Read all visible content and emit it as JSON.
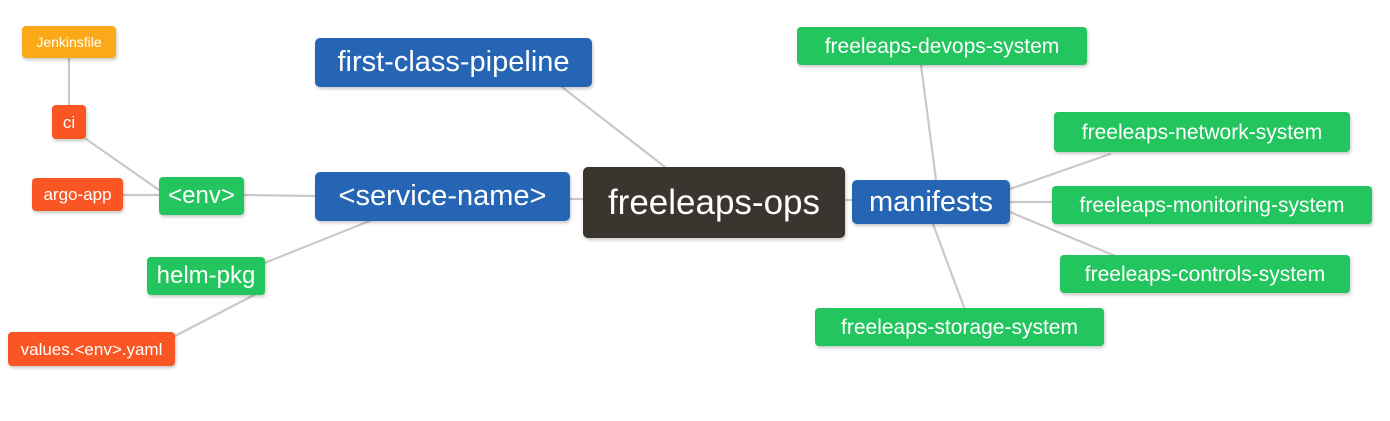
{
  "diagram": {
    "title": "freeleaps-ops repository mindmap",
    "type": "mindmap",
    "background": "#ffffff",
    "edge_color": "#c9c9c9",
    "palette": {
      "root": "#3a352f",
      "blue": "#2565b4",
      "green": "#22c55e",
      "orange": "#fba919",
      "red": "#fa5623",
      "text": "#ffffff"
    }
  },
  "nodes": {
    "root": {
      "label": "freeleaps-ops",
      "color": "#3a352f"
    },
    "service_name": {
      "label": "<service-name>",
      "color": "#2565b4"
    },
    "first_class_pipeline": {
      "label": "first-class-pipeline",
      "color": "#2565b4"
    },
    "manifests": {
      "label": "manifests",
      "color": "#2565b4"
    },
    "env": {
      "label": "<env>",
      "color": "#22c55e"
    },
    "helm_pkg": {
      "label": "helm-pkg",
      "color": "#22c55e"
    },
    "jenkinsfile": {
      "label": "Jenkinsfile",
      "color": "#fba919"
    },
    "ci": {
      "label": "ci",
      "color": "#fa5623"
    },
    "argo_app": {
      "label": "argo-app",
      "color": "#fa5623"
    },
    "values_yaml": {
      "label": "values.<env>.yaml",
      "color": "#fa5623"
    },
    "devops_system": {
      "label": "freeleaps-devops-system",
      "color": "#22c55e"
    },
    "network_system": {
      "label": "freeleaps-network-system",
      "color": "#22c55e"
    },
    "monitoring_system": {
      "label": "freeleaps-monitoring-system",
      "color": "#22c55e"
    },
    "controls_system": {
      "label": "freeleaps-controls-system",
      "color": "#22c55e"
    },
    "storage_system": {
      "label": "freeleaps-storage-system",
      "color": "#22c55e"
    }
  },
  "edges": [
    {
      "from": "jenkinsfile",
      "to": "ci"
    },
    {
      "from": "ci",
      "to": "env"
    },
    {
      "from": "argo_app",
      "to": "env"
    },
    {
      "from": "env",
      "to": "service_name"
    },
    {
      "from": "values_yaml",
      "to": "helm_pkg"
    },
    {
      "from": "helm_pkg",
      "to": "service_name"
    },
    {
      "from": "service_name",
      "to": "root"
    },
    {
      "from": "first_class_pipeline",
      "to": "root"
    },
    {
      "from": "root",
      "to": "manifests"
    },
    {
      "from": "manifests",
      "to": "devops_system"
    },
    {
      "from": "manifests",
      "to": "network_system"
    },
    {
      "from": "manifests",
      "to": "monitoring_system"
    },
    {
      "from": "manifests",
      "to": "controls_system"
    },
    {
      "from": "manifests",
      "to": "storage_system"
    }
  ]
}
